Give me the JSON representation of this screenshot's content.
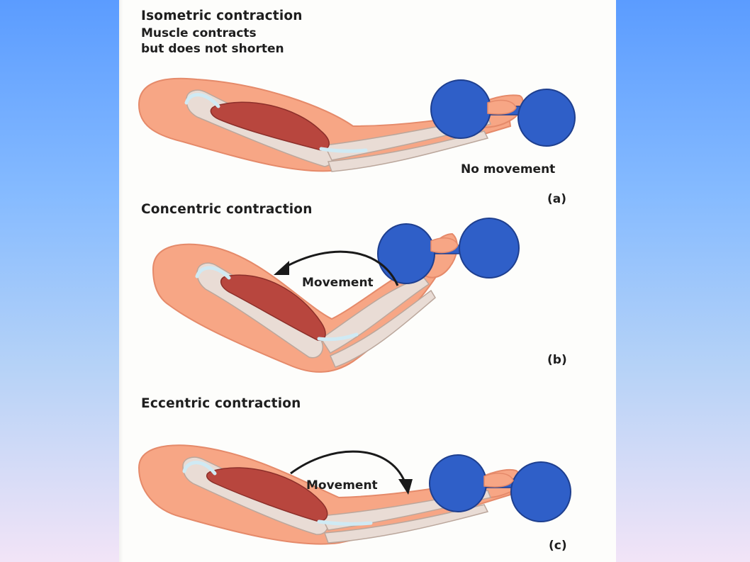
{
  "panels": [
    {
      "title": "Isometric contraction",
      "subtitle_lines": [
        "Muscle contracts",
        "but does not shorten"
      ],
      "note": "No movement",
      "tag": "(a)"
    },
    {
      "title": "Concentric contraction",
      "note": "Movement",
      "tag": "(b)"
    },
    {
      "title": "Eccentric contraction",
      "note": "Movement",
      "tag": "(c)"
    }
  ],
  "colors": {
    "skin": "#f7a685",
    "skin_outline": "#e58a6a",
    "bone": "#e9dcd5",
    "tendon": "#cfeaf4",
    "muscle": "#b8463e",
    "dumbbell": "#2f5fc8",
    "arrow": "#1a1a1a"
  }
}
